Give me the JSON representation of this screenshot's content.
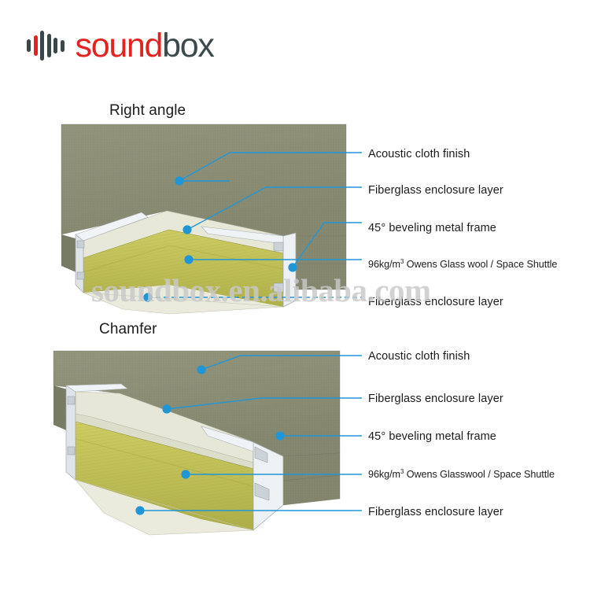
{
  "brand": {
    "name_part_1": "sound",
    "name_part_2": "box",
    "accent_color": "#e2231f",
    "dark_color": "#3d4a4d",
    "waveform_icon": "soundwave-icon"
  },
  "watermark": {
    "text": "soundbox.en.alibaba.com"
  },
  "diagram": {
    "leader_color": "#2196d6",
    "materials": {
      "acoustic_cloth_color": "#8b8d75",
      "acoustic_cloth_side_color": "#7e8169",
      "fiberglass_color": "#e2e3d2",
      "glass_wool_color": "#c2c153",
      "metal_frame_color": "#e8ecef"
    },
    "sections": [
      {
        "id": "right-angle",
        "title": "Right angle",
        "callouts": [
          {
            "label": "Acoustic cloth finish",
            "dense": false
          },
          {
            "label": "Fiberglass enclosure layer",
            "dense": false
          },
          {
            "label": "45° beveling metal frame",
            "dense": false
          },
          {
            "label_pre": "96kg/m",
            "label_sup": "3",
            "label_post": " Owens Glass wool / Space Shuttle",
            "dense": true
          },
          {
            "label": "Fiberglass enclosure layer",
            "dense": false
          }
        ]
      },
      {
        "id": "chamfer",
        "title": "Chamfer",
        "callouts": [
          {
            "label": "Acoustic cloth finish",
            "dense": false
          },
          {
            "label": "Fiberglass enclosure layer",
            "dense": false
          },
          {
            "label": "45° beveling metal frame",
            "dense": false
          },
          {
            "label_pre": "96kg/m",
            "label_sup": "3",
            "label_post": " Owens  Glasswool  / Space Shuttle",
            "dense": true
          },
          {
            "label": "Fiberglass enclosure layer",
            "dense": false
          }
        ]
      }
    ]
  }
}
